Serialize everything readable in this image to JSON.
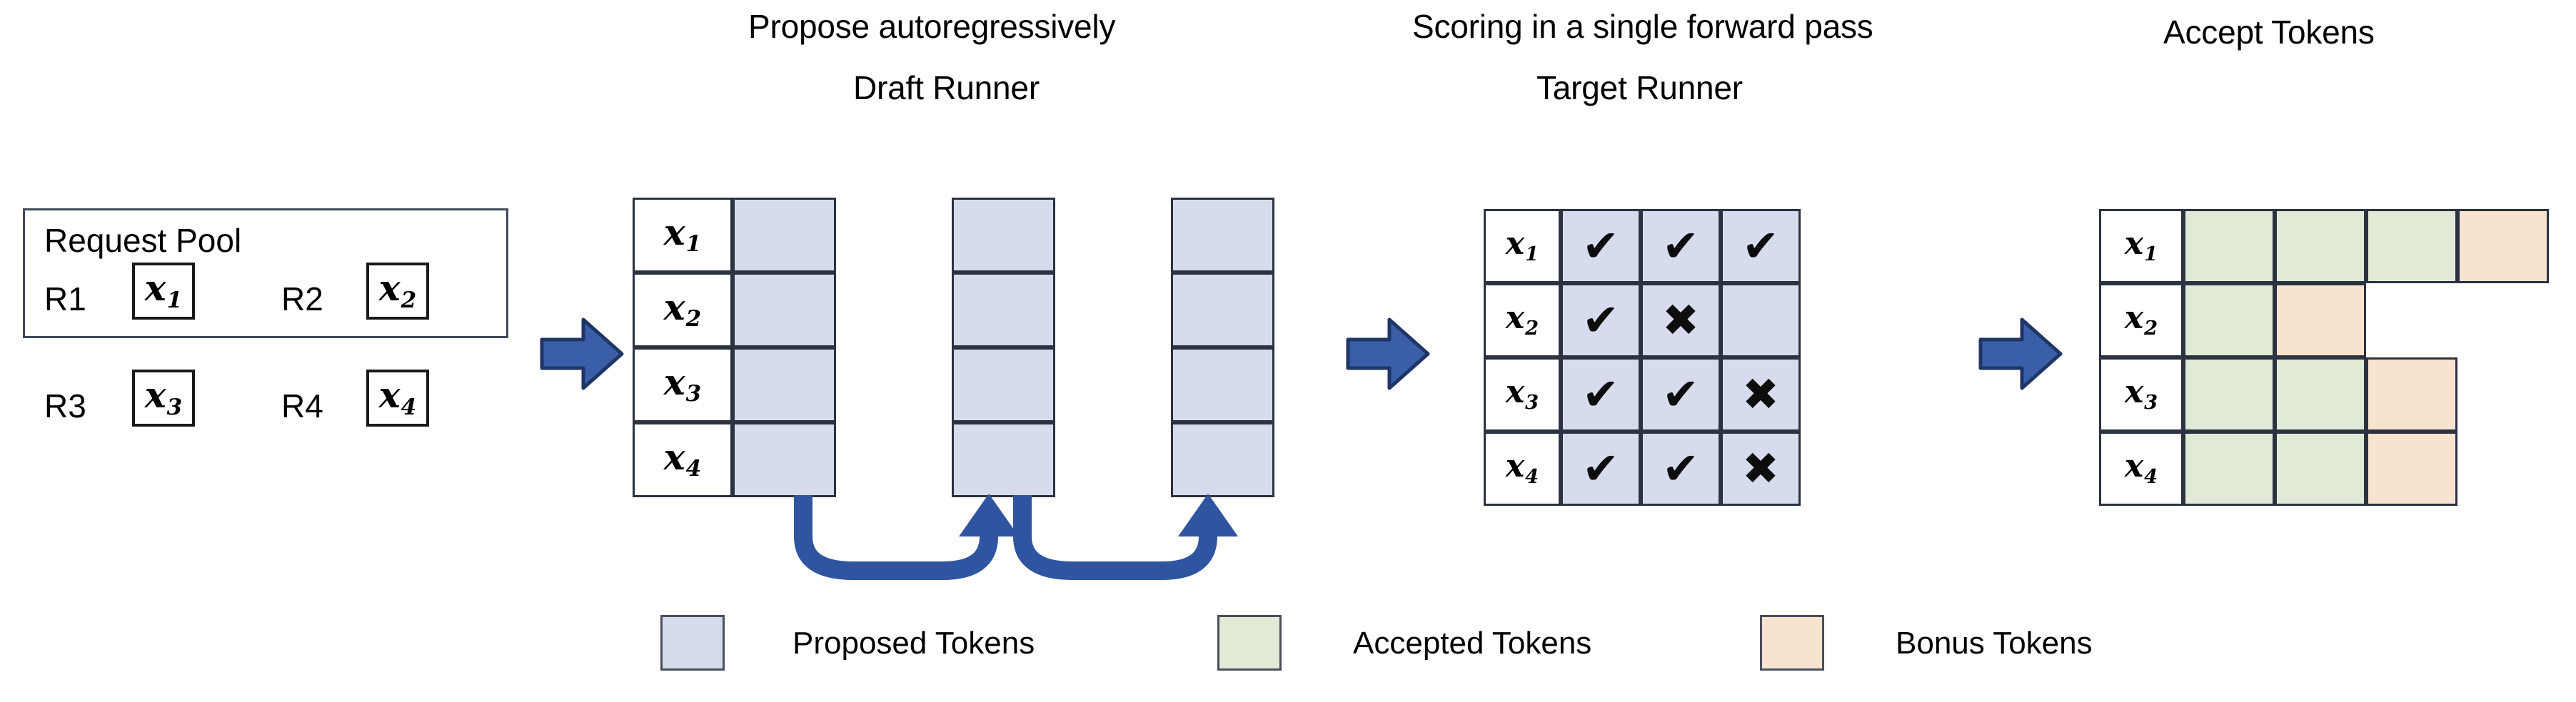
{
  "figure": {
    "background": "#ffffff",
    "colors": {
      "proposed": "#d6dcee",
      "accepted": "#e1ead6",
      "bonus": "#f7e3d0",
      "arrow_fill": "#3a5fa8",
      "arrow_stroke": "#1f3566",
      "cell_border": "#2b3240"
    }
  },
  "request_pool": {
    "title": "Request Pool",
    "requests": [
      {
        "id": "R1",
        "token_base": "x",
        "token_sub": "1"
      },
      {
        "id": "R2",
        "token_base": "x",
        "token_sub": "2"
      },
      {
        "id": "R3",
        "token_base": "x",
        "token_sub": "3"
      },
      {
        "id": "R4",
        "token_base": "x",
        "token_sub": "4"
      }
    ]
  },
  "draft_runner": {
    "caption": "Propose autoregressively",
    "title": "Draft Runner",
    "row_labels": [
      {
        "base": "x",
        "sub": "1"
      },
      {
        "base": "x",
        "sub": "2"
      },
      {
        "base": "x",
        "sub": "3"
      },
      {
        "base": "x",
        "sub": "4"
      }
    ],
    "steps": 3,
    "cell_kind": "proposed"
  },
  "target_runner": {
    "caption": "Scoring in a single forward pass",
    "title": "Target Runner",
    "row_labels": [
      {
        "base": "x",
        "sub": "1"
      },
      {
        "base": "x",
        "sub": "2"
      },
      {
        "base": "x",
        "sub": "3"
      },
      {
        "base": "x",
        "sub": "4"
      }
    ],
    "matrix": [
      [
        "check",
        "check",
        "check"
      ],
      [
        "check",
        "cross",
        "empty"
      ],
      [
        "check",
        "check",
        "cross"
      ],
      [
        "check",
        "check",
        "cross"
      ]
    ],
    "glyphs": {
      "check": "✔",
      "cross": "✖",
      "empty": ""
    }
  },
  "accept_tokens": {
    "title": "Accept Tokens",
    "row_labels": [
      {
        "base": "x",
        "sub": "1"
      },
      {
        "base": "x",
        "sub": "2"
      },
      {
        "base": "x",
        "sub": "3"
      },
      {
        "base": "x",
        "sub": "4"
      }
    ],
    "rows": [
      [
        "accepted",
        "accepted",
        "accepted",
        "bonus"
      ],
      [
        "accepted",
        "bonus"
      ],
      [
        "accepted",
        "accepted",
        "bonus"
      ],
      [
        "accepted",
        "accepted",
        "bonus"
      ]
    ]
  },
  "legend": {
    "items": [
      {
        "label": "Proposed Tokens",
        "color": "#d6dcee"
      },
      {
        "label": "Accepted Tokens",
        "color": "#e1ead6"
      },
      {
        "label": "Bonus Tokens",
        "color": "#f7e3d0"
      }
    ]
  }
}
